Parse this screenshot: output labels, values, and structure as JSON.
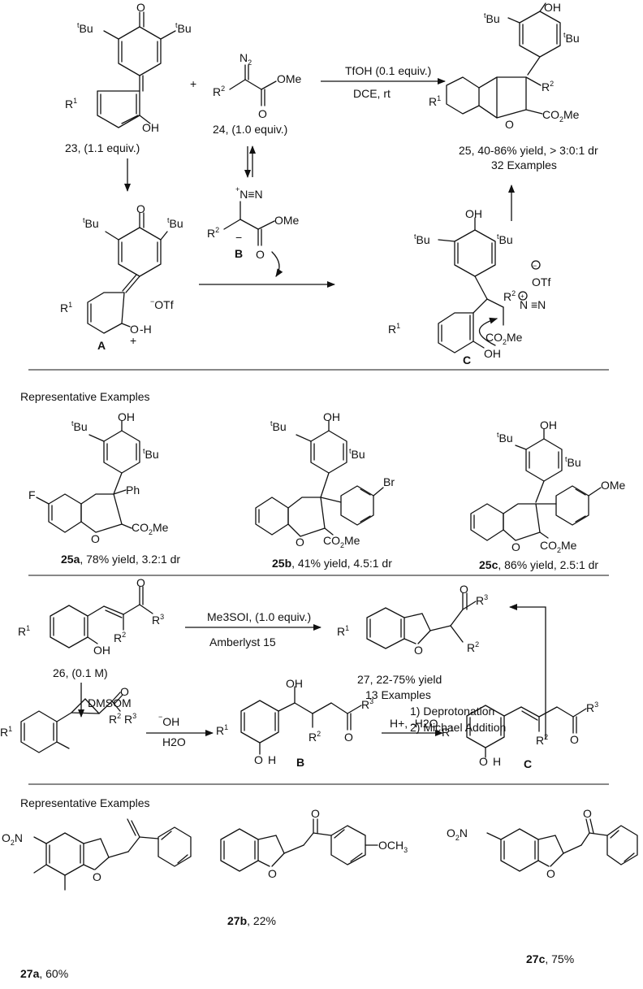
{
  "scheme1": {
    "reagent_23_label": "23, (1.1 equiv.)",
    "reagent_24_label": "24, (1.0 equiv.)",
    "conditions_top": "TfOH (0.1 equiv.)",
    "conditions_bottom": "DCE, rt",
    "product_25_label": "25, 40-86% yield, > 3:0:1 dr",
    "product_25_examples": "32 Examples",
    "intermediate_A": "A",
    "intermediate_B": "B",
    "intermediate_C": "C",
    "plus": "+"
  },
  "examples1": {
    "header": "Representative Examples",
    "items": [
      {
        "id": "25a",
        "text": ", 78% yield, 3.2:1 dr"
      },
      {
        "id": "25b",
        "text": ", 41% yield, 4.5:1 dr"
      },
      {
        "id": "25c",
        "text": ", 86% yield, 2.5:1 dr"
      }
    ]
  },
  "scheme2": {
    "reagent_26_label": "26, (0.1 M)",
    "conditions_top": "Me3SOI, (1.0 equiv.)",
    "conditions_bottom": "Amberlyst 15",
    "product_27_label": "27, 22-75% yield",
    "product_27_examples": "13 Examples",
    "step1": "1) Deprotonation",
    "step2": "2) Michael Addition",
    "dmsom": "DMSOM",
    "hydroxide_cond": "H2O",
    "acid_cond": "H+, -H2O",
    "intermediate_B": "B",
    "intermediate_C": "C"
  },
  "examples2": {
    "header": "Representative Examples",
    "items": [
      {
        "id": "27a",
        "text": ", 60%"
      },
      {
        "id": "27b",
        "text": ", 22%"
      },
      {
        "id": "27c",
        "text": ", 75%"
      }
    ]
  }
}
